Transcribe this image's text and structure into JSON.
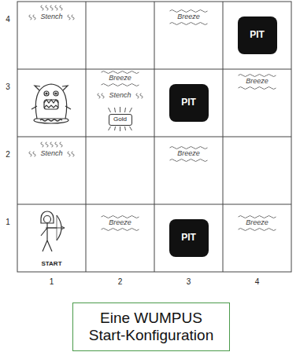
{
  "diagram": {
    "caption": "Eine WUMPUS Start-Konfiguration",
    "nodes": [
      {
        "text": [
          "PIT"
        ]
      },
      {
        "text": [
          "Gold"
        ]
      },
      {
        "text": [
          "PIT"
        ]
      },
      {
        "text": [
          "PIT"
        ]
      }
    ],
    "labels": [
      "4",
      "Stench",
      "Breeze",
      "3",
      "Breeze",
      "Stench",
      "Breeze",
      "2",
      "Stench",
      "Breeze",
      "1",
      "START",
      "Breeze",
      "Breeze",
      "1",
      "2",
      "3",
      "4"
    ]
  }
}
